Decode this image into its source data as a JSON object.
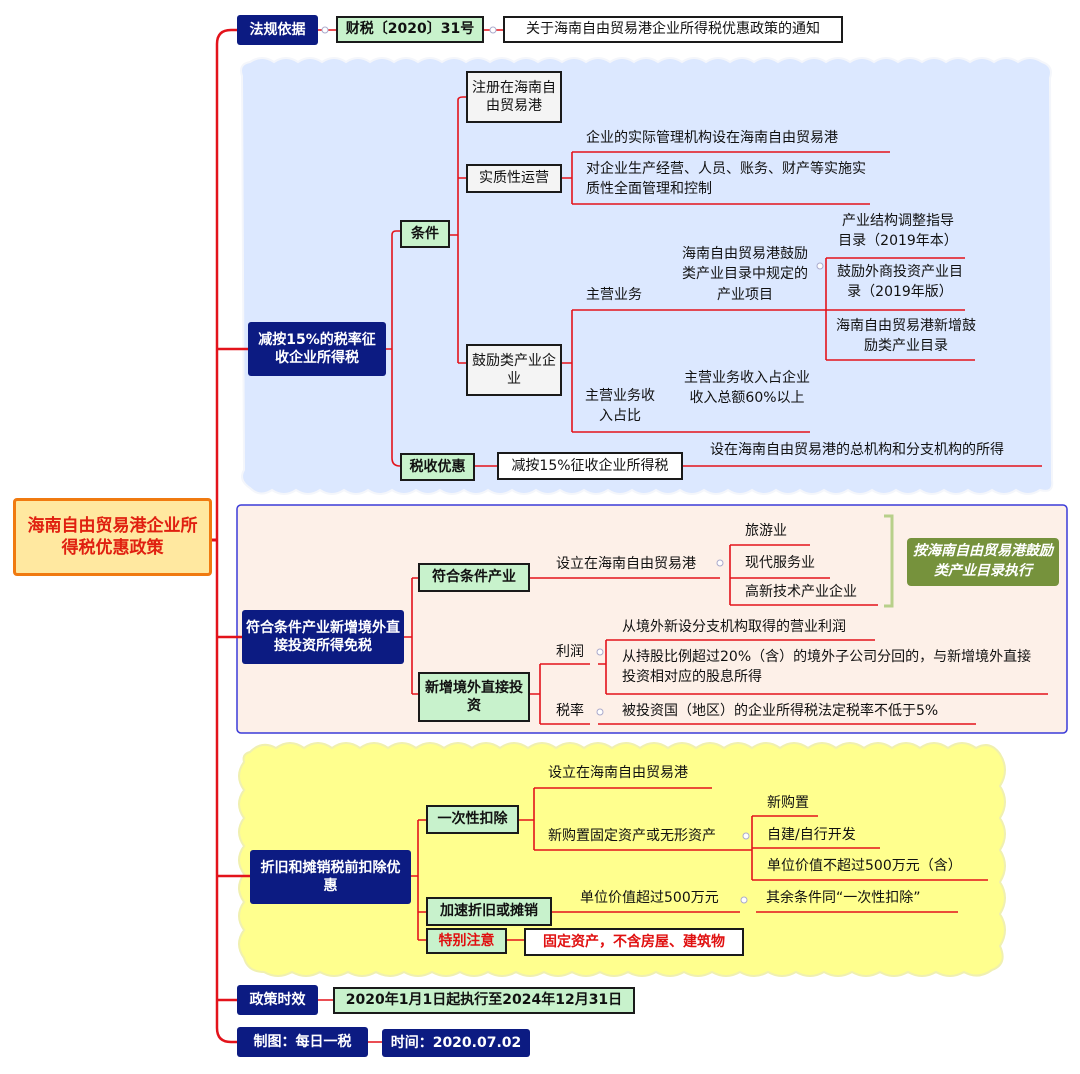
{
  "root": {
    "title": "海南自由贸易港企业所得税优惠政策"
  },
  "legal": {
    "label": "法规依据",
    "doc_no": "财税〔2020〕31号",
    "doc_title": "关于海南自由贸易港企业所得税优惠政策的通知"
  },
  "reduce15": {
    "label": "减按15%的税率征收企业所得税",
    "conditions": {
      "label": "条件",
      "registered": "注册在海南自由贸易港",
      "substantive": {
        "label": "实质性运营",
        "items": [
          "企业的实际管理机构设在海南自由贸易港",
          "对企业生产经营、人员、账务、财产等实施实质性全面管理和控制"
        ]
      },
      "encouraged": {
        "label": "鼓励类产业企业",
        "main_business": {
          "label": "主营业务",
          "detail": "海南自由贸易港鼓励类产业目录中规定的产业项目",
          "catalogs": [
            "产业结构调整指导目录（2019年本）",
            "鼓励外商投资产业目录（2019年版）",
            "海南自由贸易港新增鼓励类产业目录"
          ]
        },
        "ratio": {
          "label": "主营业务收入占比",
          "detail": "主营业务收入占企业收入总额60%以上"
        }
      }
    },
    "benefit": {
      "label": "税收优惠",
      "item": "减按15%征收企业所得税",
      "scope": "设在海南自由贸易港的总机构和分支机构的所得"
    }
  },
  "overseas": {
    "label": "符合条件产业新增境外直接投资所得免税",
    "industry": {
      "label": "符合条件产业",
      "location": "设立在海南自由贸易港",
      "items": [
        "旅游业",
        "现代服务业",
        "高新技术产业企业"
      ],
      "note": "按海南自由贸易港鼓励类产业目录执行"
    },
    "new_invest": {
      "label": "新增境外直接投资",
      "profit": {
        "label": "利润",
        "items": [
          "从境外新设分支机构取得的营业利润",
          "从持股比例超过20%（含）的境外子公司分回的，与新增境外直接投资相对应的股息所得"
        ]
      },
      "rate": {
        "label": "税率",
        "item": "被投资国（地区）的企业所得税法定税率不低于5%"
      }
    }
  },
  "depr": {
    "label": "折旧和摊销税前扣除优惠",
    "one_time": {
      "label": "一次性扣除",
      "location": "设立在海南自由贸易港",
      "asset": "新购置固定资产或无形资产",
      "asset_items": [
        "新购置",
        "自建/自行开发",
        "单位价值不超过500万元（含）"
      ]
    },
    "accel": {
      "label": "加速折旧或摊销",
      "value": "单位价值超过500万元",
      "rest": "其余条件同“一次性扣除”"
    },
    "special": {
      "label": "特别注意",
      "note": "固定资产，不含房屋、建筑物"
    }
  },
  "effective": {
    "label": "政策时效",
    "period": "2020年1月1日起执行至2024年12月31日"
  },
  "credit": {
    "label": "制图：每日一税",
    "time": "时间：2020.07.02"
  },
  "colors": {
    "trunk": "#e3131b",
    "dark_blue": "#0c1b82",
    "blue_panel": "#dce8ff",
    "peach_panel": "#fdf0e8",
    "yellow_panel": "#ffff8e",
    "green_node": "#c8f2cc",
    "olive_note": "#76923c"
  }
}
